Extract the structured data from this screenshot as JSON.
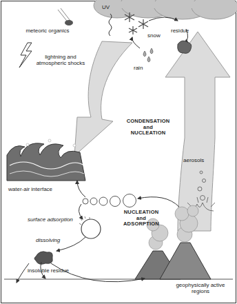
{
  "diagram": {
    "labels": [
      "UV",
      "meteoric organics",
      "snow",
      "residue",
      "rain",
      "lightning and atmospheric shocks",
      "CONDENSATION and NUCLEATION",
      "aerosols",
      "water-air interface",
      "NUCLEATION and ADSORPTION",
      "surface adsorption",
      "dissolving",
      "insoluble residue",
      "geophysically active regions"
    ]
  }
}
